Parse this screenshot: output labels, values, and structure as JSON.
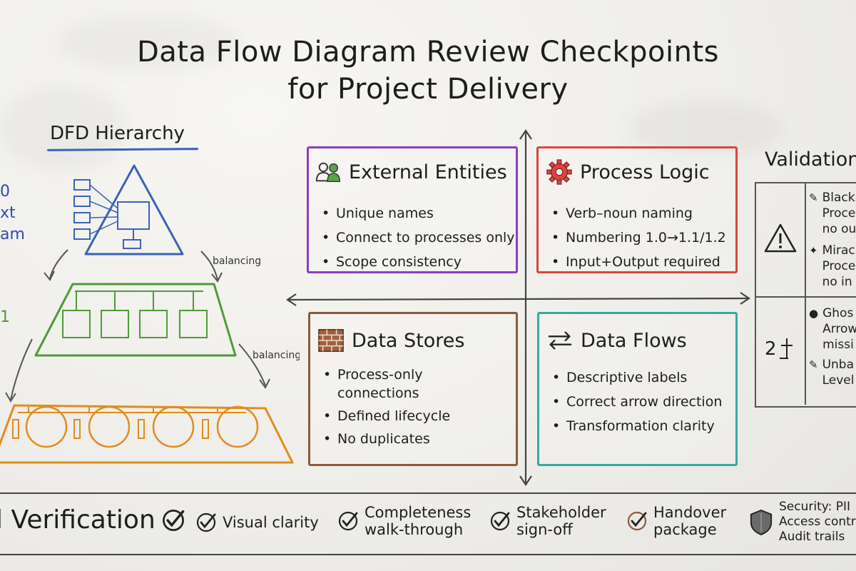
{
  "title": {
    "line1": "Data Flow Diagram Review Checkpoints",
    "line2": "for Project Delivery"
  },
  "hierarchy": {
    "title": "DFD Hierarchy",
    "balancing_label_1": "balancing",
    "balancing_label_2": "balancing",
    "cut_lines": [
      "0",
      "xt",
      "am"
    ],
    "cut_mark": "1",
    "colors": {
      "context": "#3b62b8",
      "level1": "#4e9a3a",
      "level2": "#e08c1c"
    }
  },
  "quadrants": {
    "external_entities": {
      "title": "External Entities",
      "icon": "users-icon",
      "color": "#8a3fb8",
      "items": [
        "Unique names",
        "Connect to processes only",
        "Scope consistency"
      ]
    },
    "process_logic": {
      "title": "Process Logic",
      "icon": "gear-icon",
      "color": "#d9453f",
      "items": [
        "Verb–noun naming",
        "Numbering 1.0→1.1/1.2",
        "Input+Output required"
      ]
    },
    "data_stores": {
      "title": "Data Stores",
      "icon": "brick-wall-icon",
      "color": "#8b5a3a",
      "items": [
        "Process-only connections",
        "Defined lifecycle",
        "No duplicates"
      ]
    },
    "data_flows": {
      "title": "Data Flows",
      "icon": "swap-arrows-icon",
      "color": "#3aa8a0",
      "items": [
        "Descriptive labels",
        "Correct arrow direction",
        "Transformation clarity"
      ]
    }
  },
  "validation": {
    "title": "Validation",
    "top_number": "",
    "bottom_number": "2",
    "rows": [
      {
        "icon": "pencil-icon",
        "lines": [
          "Black",
          "Proce",
          "no ou"
        ]
      },
      {
        "icon": "sparkle-icon",
        "lines": [
          "Mirac",
          "Proce",
          "no in"
        ]
      },
      {
        "icon": "person-icon",
        "lines": [
          "Ghos",
          "Arrow",
          "missi"
        ]
      },
      {
        "icon": "pencil-icon",
        "lines": [
          "Unba",
          "Level"
        ]
      }
    ]
  },
  "bottom": {
    "final_verification": "al Verification",
    "items": {
      "visual_clarity": "Visual clarity",
      "completeness": [
        "Completeness",
        "walk-through"
      ],
      "stakeholder": [
        "Stakeholder",
        "sign-off"
      ],
      "handover": [
        "Handover",
        "package"
      ],
      "security": [
        "Security: PII",
        "Access contr",
        "Audit trails"
      ]
    }
  }
}
